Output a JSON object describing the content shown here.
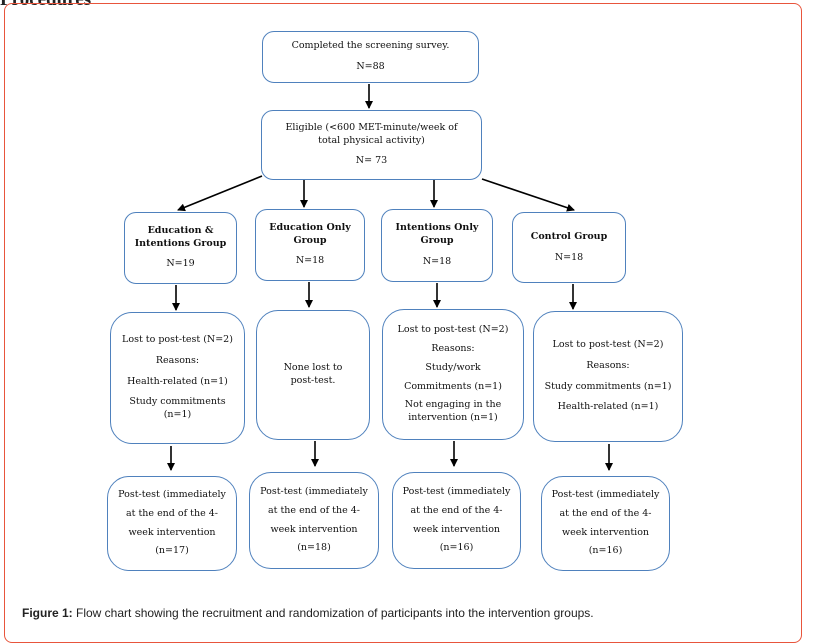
{
  "header_fragment": "Procedures",
  "nodes": {
    "screening": {
      "line1": "Completed the screening survey.",
      "line2": "N=88"
    },
    "eligible": {
      "line1": "Eligible (<600 MET-minute/week of total physical activity)",
      "line2": "N= 73"
    },
    "group_ei": {
      "title": "Education & Intentions Group",
      "n": "N=19"
    },
    "group_eo": {
      "title": "Education Only Group",
      "n": "N=18"
    },
    "group_io": {
      "title": "Intentions Only Group",
      "n": "N=18"
    },
    "group_cg": {
      "title": "Control Group",
      "n": "N=18"
    },
    "lost_ei": {
      "l1": "Lost to post-test (N=2)",
      "l2": "Reasons:",
      "l3": "Health-related (n=1)",
      "l4": "Study commitments (n=1)"
    },
    "lost_eo": {
      "l1": "None lost to post-test."
    },
    "lost_io": {
      "l1": "Lost to post-test (N=2)",
      "l2": "Reasons:",
      "l3": "Study/work",
      "l4": "Commitments (n=1)",
      "l5": "Not engaging in the intervention (n=1)"
    },
    "lost_cg": {
      "l1": "Lost to post-test (N=2)",
      "l2": "Reasons:",
      "l3": "Study commitments (n=1)",
      "l4": "Health-related (n=1)"
    },
    "post_ei": {
      "l1": "Post-test (immediately",
      "l2": "at the end of the 4-",
      "l3": "week intervention",
      "l4": "(n=17)"
    },
    "post_eo": {
      "l1": "Post-test (immediately",
      "l2": "at the end of the 4-",
      "l3": "week intervention",
      "l4": "(n=18)"
    },
    "post_io": {
      "l1": "Post-test (immediately",
      "l2": "at the end of the 4-",
      "l3": "week intervention",
      "l4": "(n=16)"
    },
    "post_cg": {
      "l1": "Post-test (immediately",
      "l2": "at the end of the 4-",
      "l3": "week intervention",
      "l4": "(n=16)"
    }
  },
  "caption": {
    "label": "Figure 1:",
    "text": "Flow chart showing the recruitment and randomization of participants into the intervention groups."
  }
}
